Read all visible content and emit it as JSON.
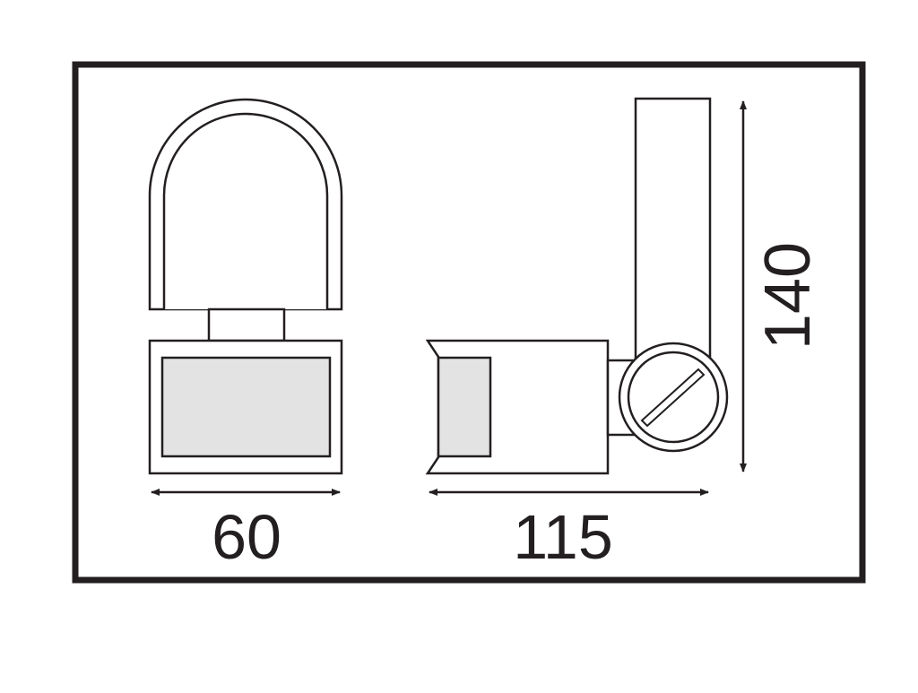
{
  "dimensions": {
    "width_label": "60",
    "depth_label": "115",
    "height_label": "140"
  },
  "colors": {
    "line": "#231f20",
    "lens_fill": "#e3e3e3",
    "background": "#ffffff"
  }
}
